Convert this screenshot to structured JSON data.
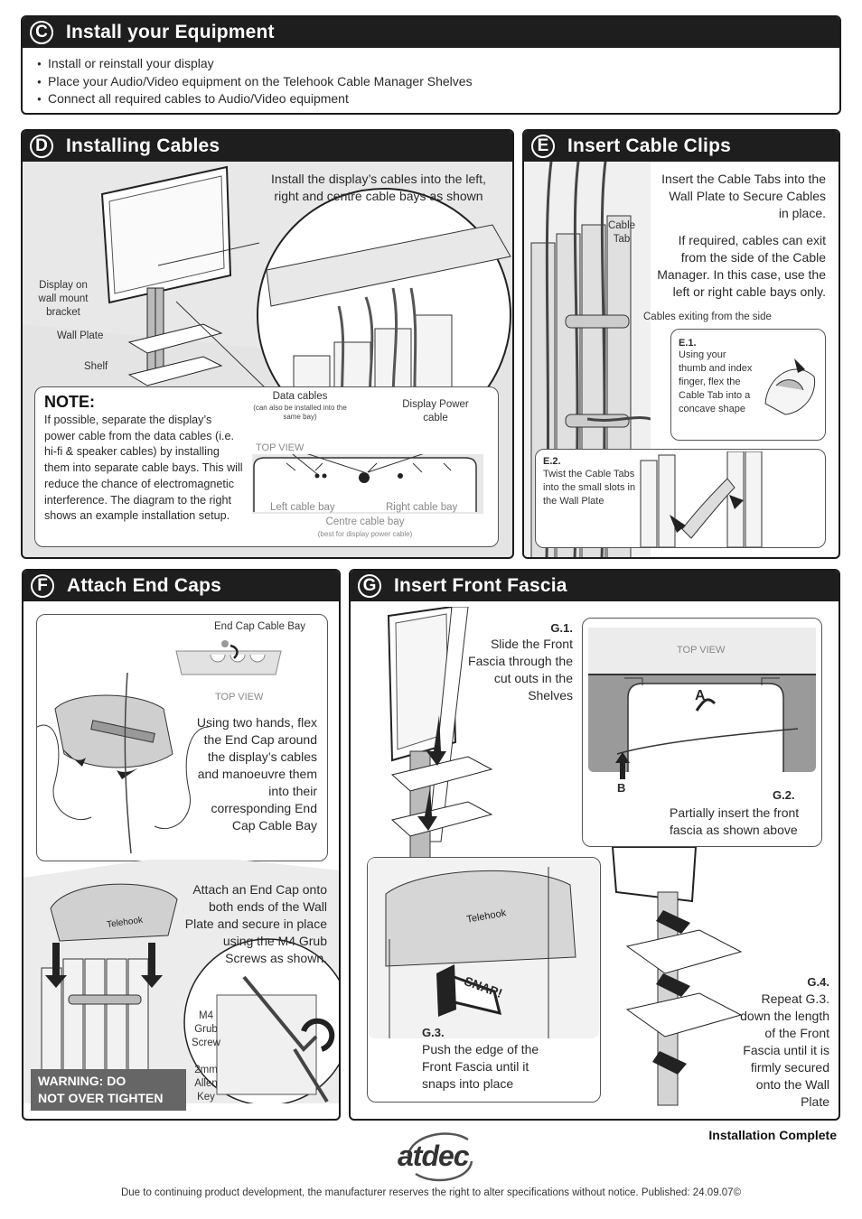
{
  "section_c": {
    "letter": "C",
    "title": "Install your Equipment",
    "bullets": [
      "Install or reinstall your display",
      "Place your Audio/Video equipment on the Telehook Cable Manager Shelves",
      "Connect all required cables to Audio/Video equipment"
    ]
  },
  "section_d": {
    "letter": "D",
    "title": "Installing Cables",
    "intro_line1": "Install the display’s cables into the left,",
    "intro_line2": "right and centre cable bays as shown",
    "label_display_mount": "Display on wall mount bracket",
    "label_wall_plate": "Wall Plate",
    "label_shelf": "Shelf",
    "note_heading": "NOTE:",
    "note_text": "If possible, separate the display’s power cable from the data cables (i.e. hi-fi & speaker cables) by installing them into separate cable bays. This will reduce the chance of electromagnetic interference. The diagram to the right shows an example installation setup.",
    "data_cables": "Data cables",
    "data_cables_note": "(can also be installed into the same bay)",
    "display_power_cable": "Display Power cable",
    "top_view": "TOP VIEW",
    "left_bay": "Left cable bay",
    "right_bay": "Right cable bay",
    "centre_bay": "Centre cable bay",
    "centre_bay_note": "(best for display power cable)"
  },
  "section_e": {
    "letter": "E",
    "title": "Insert Cable Clips",
    "text1": "Insert the Cable Tabs into the Wall Plate to Secure Cables in place.",
    "text2": "If required, cables can exit from the side of the Cable Manager. In this case, use the left or right cable bays only.",
    "cable_tab": "Cable Tab",
    "cables_exiting": "Cables exiting from the side",
    "e1_label": "E.1.",
    "e1_text": "Using your thumb and index finger, flex the Cable Tab into a concave shape",
    "e2_label": "E.2.",
    "e2_text": "Twist the Cable Tabs into the small slots in the Wall Plate"
  },
  "section_f": {
    "letter": "F",
    "title": "Attach End Caps",
    "end_cap_cable_bay": "End Cap Cable Bay",
    "top_view": "TOP VIEW",
    "text1": "Using two hands, flex the End Cap around the display’s cables and manoeuvre them into their corresponding End Cap Cable Bay",
    "text2": "Attach an End Cap onto both ends of the Wall Plate and secure in place using the M4 Grub Screws as shown.",
    "m4_screw": "M4 Grub Screw",
    "allen_key": "2mm Allen Key",
    "warning_line1": "WARNING: DO",
    "warning_line2": "NOT OVER TIGHTEN",
    "brand_on_cap": "Telehook"
  },
  "section_g": {
    "letter": "G",
    "title": "Insert Front Fascia",
    "g1_label": "G.1.",
    "g1_text": "Slide the Front Fascia through the cut outs in the Shelves",
    "top_view": "TOP VIEW",
    "marker_a": "A",
    "marker_b": "B",
    "g2_label": "G.2.",
    "g2_text": "Partially insert the front fascia as shown above",
    "g3_label": "G.3.",
    "g3_text": "Push the edge of the Front Fascia until it snaps into place",
    "snap": "SNAP!",
    "g4_label": "G.4.",
    "g4_text": "Repeat G.3. down the length of the Front Fascia until it is firmly secured onto the Wall Plate"
  },
  "footer": {
    "installation_complete": "Installation Complete",
    "logo_text": "atdec",
    "disclaimer": "Due to continuing product development, the manufacturer reserves the right to alter specifications without notice. Published: 24.09.07©"
  }
}
